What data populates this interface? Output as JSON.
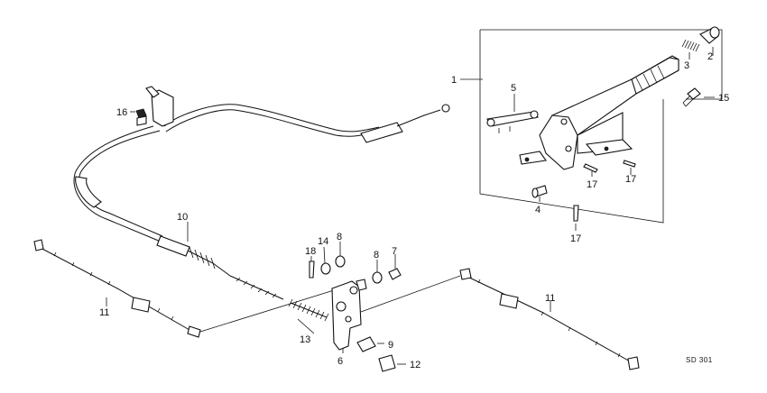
{
  "callouts": [
    {
      "id": "c1",
      "label": "1"
    },
    {
      "id": "c2",
      "label": "2"
    },
    {
      "id": "c3",
      "label": "3"
    },
    {
      "id": "c4",
      "label": "4"
    },
    {
      "id": "c5",
      "label": "5"
    },
    {
      "id": "c6",
      "label": "6"
    },
    {
      "id": "c7",
      "label": "7"
    },
    {
      "id": "c8a",
      "label": "8"
    },
    {
      "id": "c8b",
      "label": "8"
    },
    {
      "id": "c9",
      "label": "9"
    },
    {
      "id": "c10",
      "label": "10"
    },
    {
      "id": "c11a",
      "label": "11"
    },
    {
      "id": "c11b",
      "label": "11"
    },
    {
      "id": "c12",
      "label": "12"
    },
    {
      "id": "c13",
      "label": "13"
    },
    {
      "id": "c14",
      "label": "14"
    },
    {
      "id": "c15",
      "label": "15"
    },
    {
      "id": "c16",
      "label": "16"
    },
    {
      "id": "c17a",
      "label": "17"
    },
    {
      "id": "c17b",
      "label": "17"
    },
    {
      "id": "c17c",
      "label": "17"
    },
    {
      "id": "c18",
      "label": "18"
    }
  ],
  "diagram_code": "SD 301"
}
